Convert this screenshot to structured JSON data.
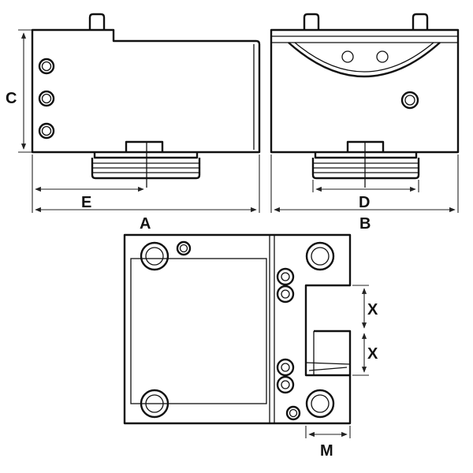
{
  "dimension_labels": {
    "A": "A",
    "B": "B",
    "C": "C",
    "D": "D",
    "E": "E",
    "M": "M",
    "X_upper": "X",
    "X_lower": "X"
  },
  "colors": {
    "line": "#111111",
    "background": "#ffffff"
  }
}
